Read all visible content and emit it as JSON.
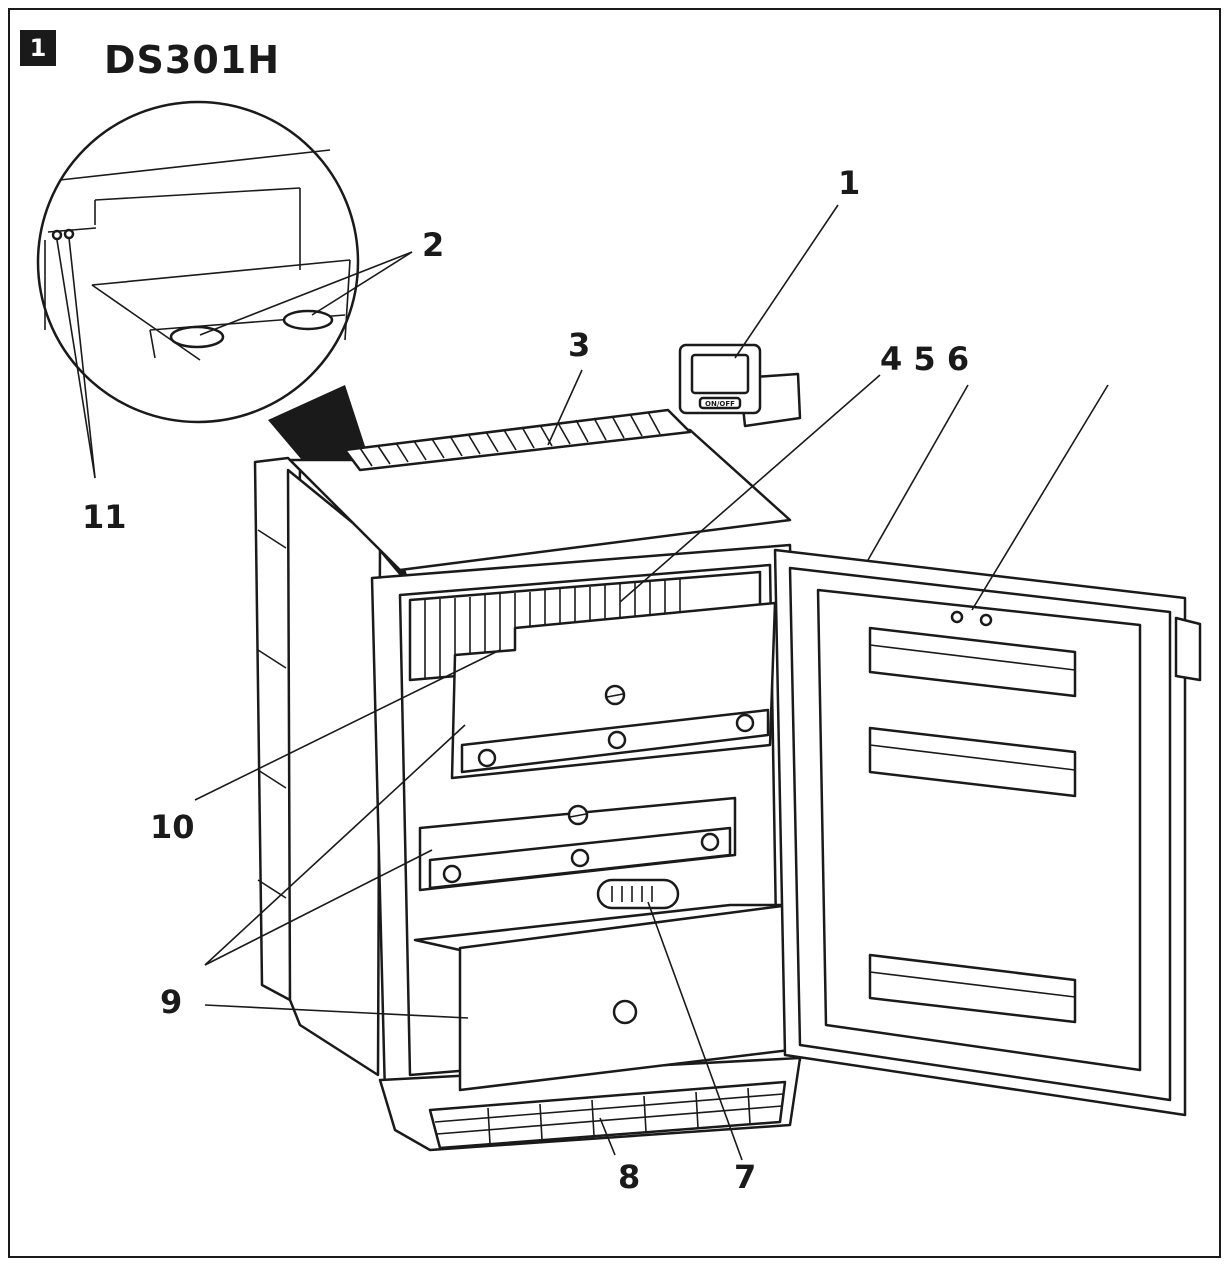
{
  "figure": {
    "number": "1",
    "model": "DS301H"
  },
  "callouts": {
    "c1": "1",
    "c2": "2",
    "c3": "3",
    "c456": "4 5 6",
    "c7": "7",
    "c8": "8",
    "c9": "9",
    "c10": "10",
    "c11": "11"
  },
  "display_panel": {
    "button_label": "ON/OFF"
  },
  "colors": {
    "ink": "#1a1a1a",
    "paper": "#ffffff"
  }
}
